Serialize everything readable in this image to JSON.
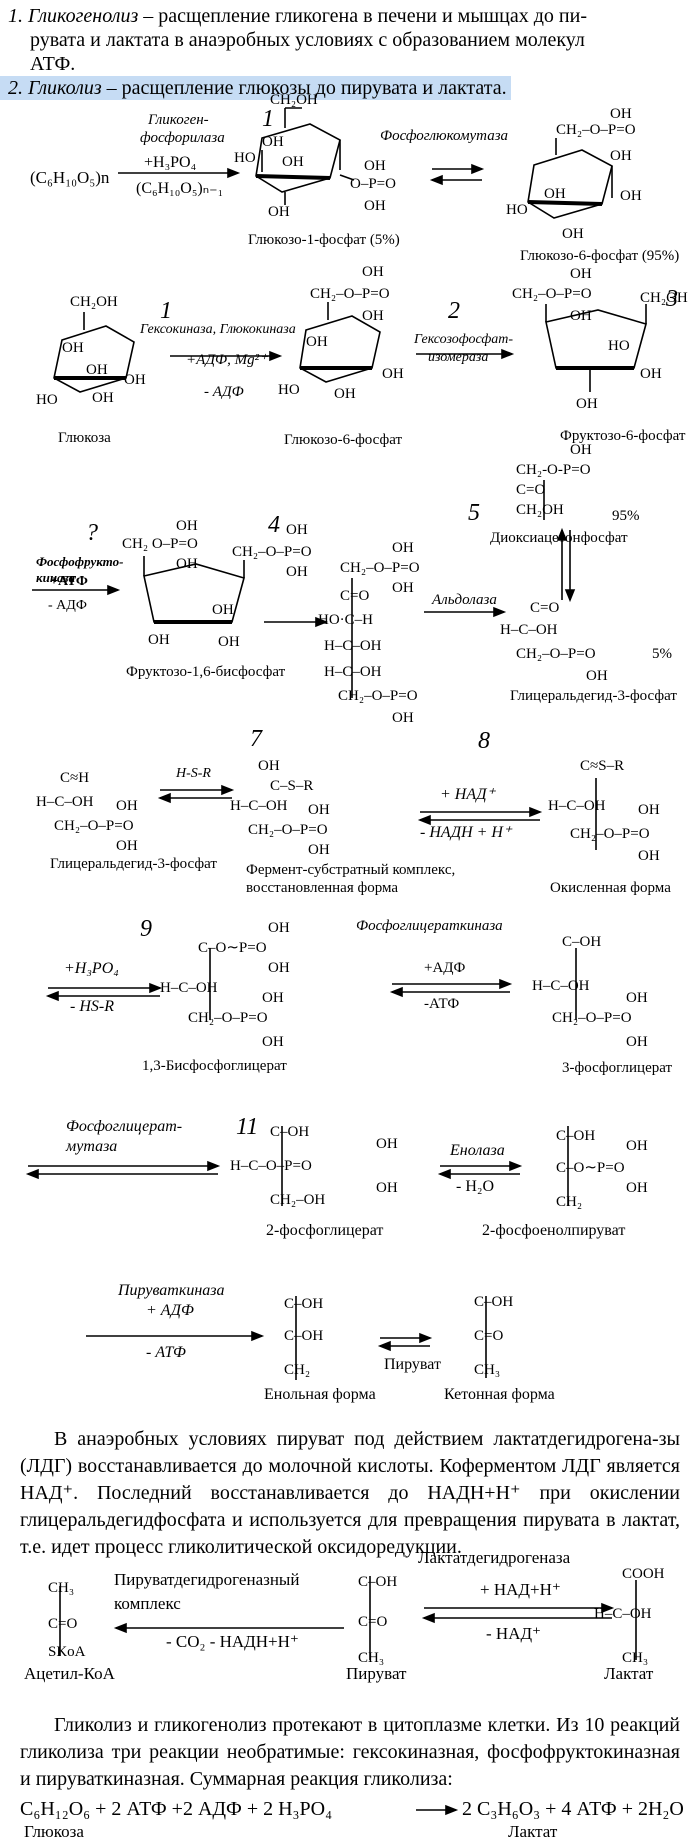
{
  "item1": {
    "num": "1.",
    "term": "Гликогенолиз",
    "rest_l1": " – расщепление гликогена в печени и мышцах до пи-",
    "l2": "рувата и лактата в анаэробных условиях с образованием молекул",
    "l3": "АТФ."
  },
  "item2": {
    "num": "2.",
    "term": "Гликолиз",
    "rest": " – расщепление глюкозы до пирувата и лактата."
  },
  "r1": {
    "enzyme_a": "Гликоген-",
    "enzyme_b": "фосфорилаза",
    "substrate": "(C₆H₁₀O₅)n",
    "reagent": "+H₃PO₄",
    "product_chain": "(C₆H₁₀O₅)ₙ₋₁",
    "g1p": "Глюкозо-1-фосфат (5%)",
    "enzyme2": "Фосфоглюкомутаза",
    "g6p": "Глюкозо-6-фосфат (95%)"
  },
  "r2": {
    "glucose": "Глюкоза",
    "enzyme": "Гексокиназа, Глюкокиназа",
    "plus": "+АДФ, Mg²⁺",
    "minus": "- АДФ",
    "g6p": "Глюкозо-6-фосфат",
    "enzyme2_a": "Гексозофосфат-",
    "enzyme2_b": "изомераза",
    "f6p": "Фруктозо-6-фосфат"
  },
  "r3": {
    "enzyme_a": "Фосфофрукто-",
    "enzyme_b": "киназа",
    "plus": "+АТФ",
    "minus": "- АДФ",
    "f16bp": "Фруктозо-1,6-бисфосфат",
    "aldolase": "Альдолаза",
    "dhap": "Диоксиацетонфосфат",
    "dhap_pct": "95%",
    "gap": "Глицеральдегид-3-фосфат",
    "gap_pct": "5%"
  },
  "r4": {
    "gap": "Глицеральдегид-3-фосфат",
    "hsr": "H-S-R",
    "complex_a": "Фермент-субстратный комплекс,",
    "complex_b": "восстановленная форма",
    "plus": "+ НАД⁺",
    "minus": "- НАДН + Н⁺",
    "oxidized": "Окисленная форма"
  },
  "r5": {
    "plus": "+H₃PO₄",
    "minus": "- HS-R",
    "bpg": "1,3-Бисфосфоглицерат",
    "enzyme": "Фосфоглицераткиназа",
    "plus2": "+АДФ",
    "minus2": "-АТФ",
    "pg3": "3-фосфоглицерат"
  },
  "r6": {
    "enzyme_a": "Фосфоглицерат-",
    "enzyme_b": "мутаза",
    "pg2": "2-фосфоглицерат",
    "enolase": "Енолаза",
    "water": "- H₂O",
    "pep": "2-фосфоенолпируват"
  },
  "r7": {
    "enzyme": "Пируваткиназа",
    "plus": "+ АДФ",
    "minus": "- АТФ",
    "enol": "Енольная форма",
    "pyruvate": "Пируват",
    "keto": "Кетонная форма"
  },
  "para1": "В анаэробных условиях пируват под действием лактатдегидрогена-зы (ЛДГ) восстанавливается до молочной кислоты. Коферментом ЛДГ является НАД⁺. Последний восстанавливается до НАДН+Н⁺ при окислении глицеральдегидфосфата и используется для превращения пирувата в лактат, т.е. идет процесс гликолитической оксидоредукции.",
  "r8": {
    "pdh_a": "Пируватдегидрогеназный",
    "pdh_b": "комплекс",
    "pdh_minus": "- CO₂ - НАДН+Н⁺",
    "acetyl": "Ацетил-КоА",
    "pyruvate": "Пируват",
    "ldh": "Лактатдегидрогеназа",
    "ldh_plus": "+ НАД+Н⁺",
    "ldh_minus": "- НАД⁺",
    "lactate": "Лактат"
  },
  "para2": "Гликолиз и гликогенолиз протекают в цитоплазме клетки. Из 10 реакций гликолиза три реакции необратимые: гексокиназная, фосфофруктокиназная и пируваткиназная. Суммарная реакция гликолиза:",
  "summary": {
    "equation": "C₆H₁₂O₆ + 2 АТФ +2 АДФ + 2 H₃PO₄",
    "products": "2 C₃H₆O₃ + 4 АТФ + 2H₂O",
    "glucose": "Глюкоза",
    "lactate": "Лактат"
  }
}
